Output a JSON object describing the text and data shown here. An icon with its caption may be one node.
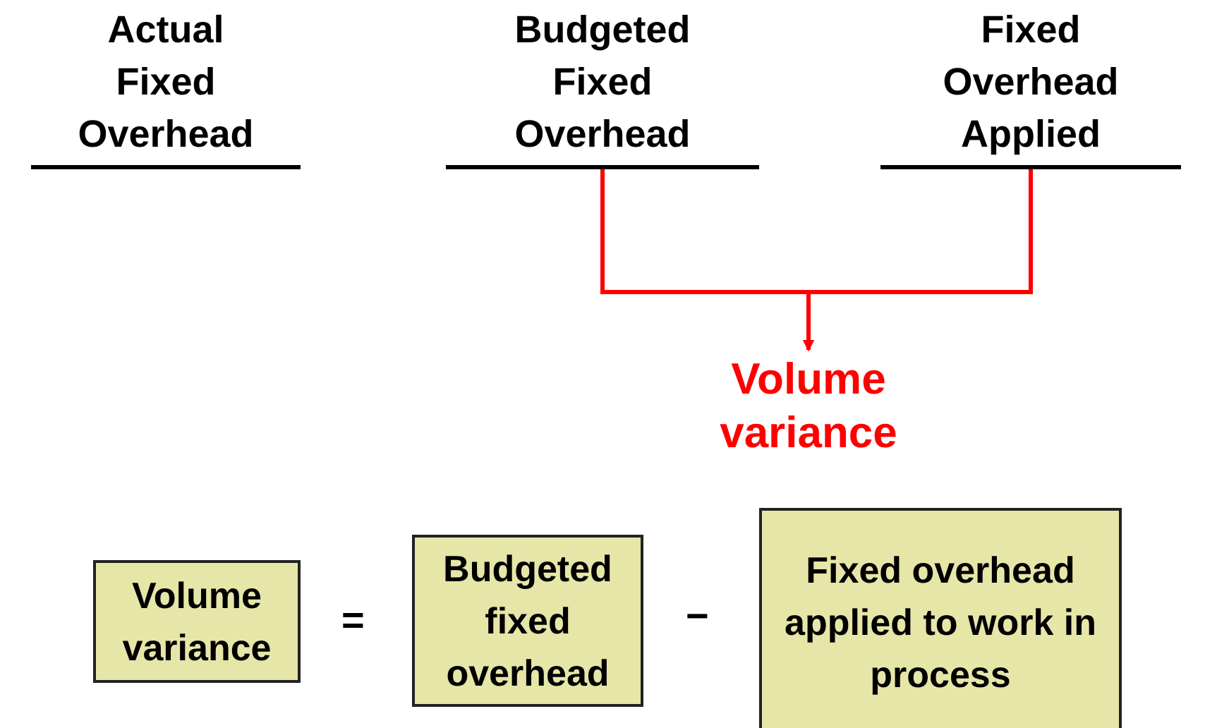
{
  "diagram": {
    "nodes": [
      {
        "text": [
          "Actual Fixed Overhead"
        ]
      },
      {
        "text": [
          "Budgeted Fixed Overhead"
        ]
      },
      {
        "text": [
          "Fixed Overhead Applied"
        ]
      },
      {
        "text": [
          "Volume variance"
        ]
      },
      {
        "text": [
          "Volume variance"
        ]
      },
      {
        "text": [
          "Budgeted fixed overhead"
        ]
      },
      {
        "text": [
          "Fixed overhead applied to work in process"
        ]
      }
    ],
    "edges": [
      {
        "from": 1,
        "to": 3,
        "arrow": "to",
        "color": "#ff0000"
      },
      {
        "from": 2,
        "to": 3,
        "arrow": "to",
        "color": "#ff0000"
      }
    ],
    "labels": [
      "=",
      "−"
    ]
  }
}
